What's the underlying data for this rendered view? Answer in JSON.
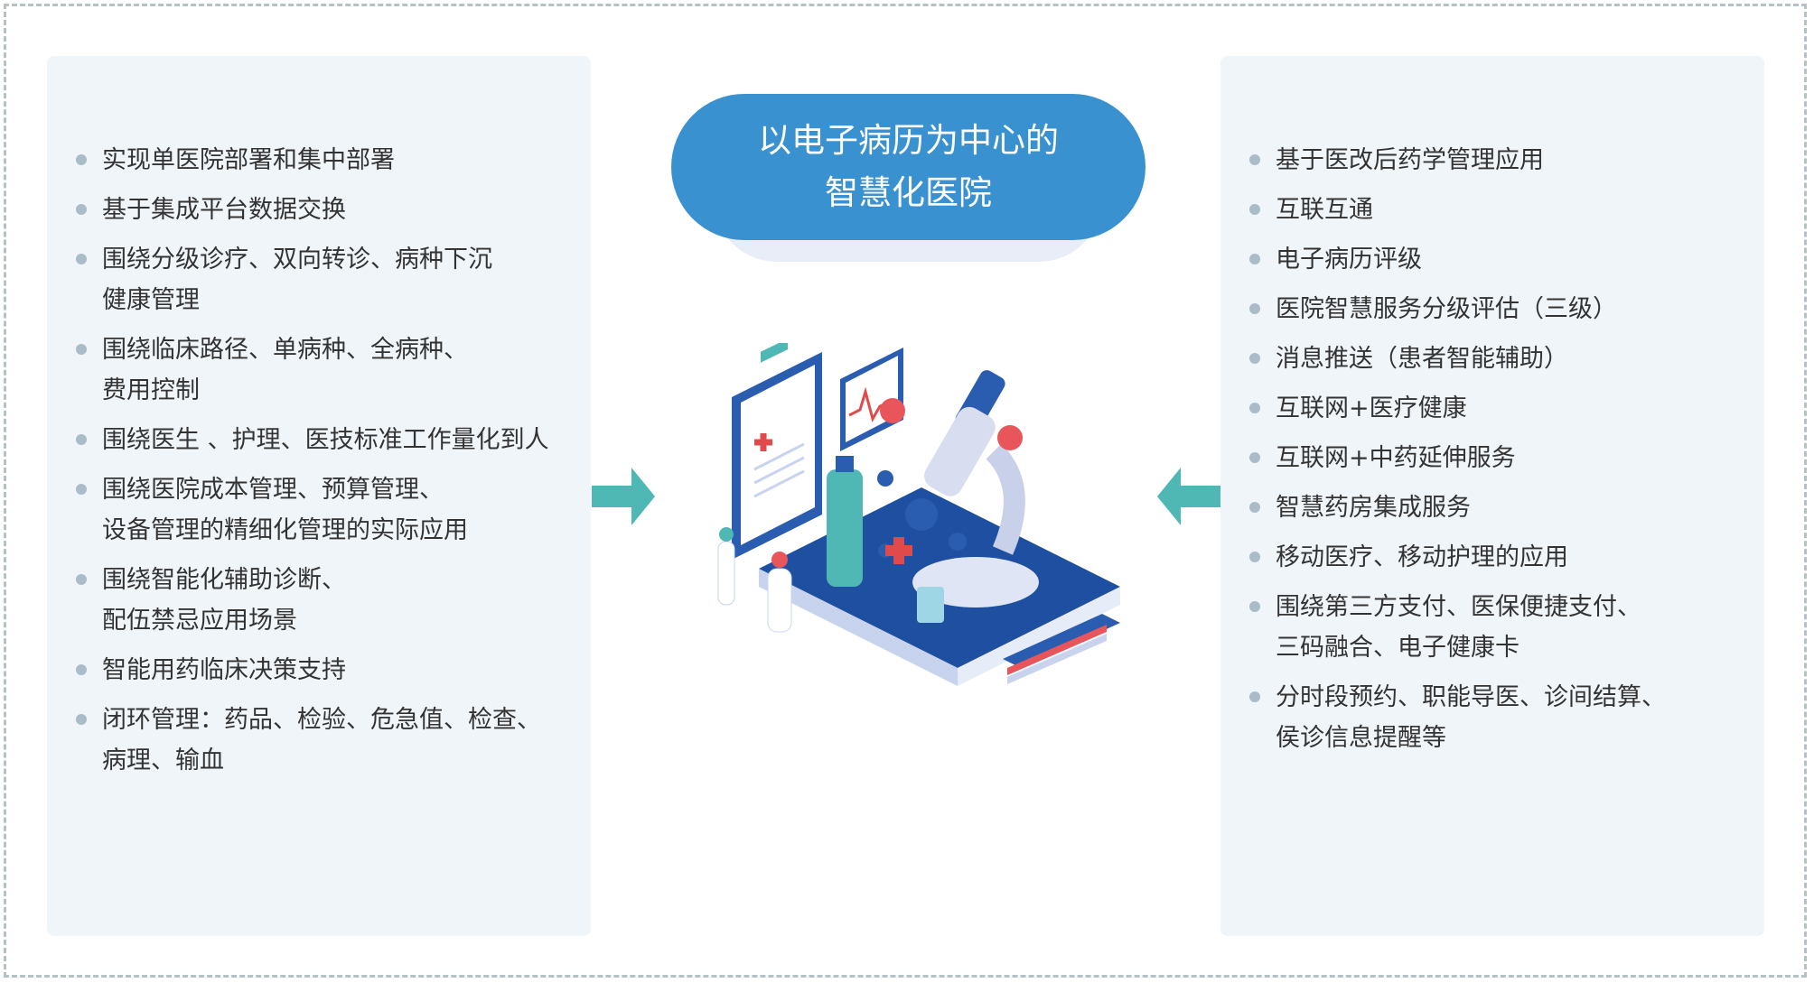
{
  "title": {
    "line1": "以电子病历为中心的",
    "line2": "智慧化医院"
  },
  "left_items": [
    [
      "实现单医院部署和集中部署"
    ],
    [
      "基于集成平台数据交换"
    ],
    [
      "围绕分级诊疗、双向转诊、病种下沉",
      "健康管理"
    ],
    [
      "围绕临床路径、单病种、全病种、",
      "费用控制"
    ],
    [
      "围绕医生 、护理、医技标准工作量化到人"
    ],
    [
      "围绕医院成本管理、预算管理、",
      "设备管理的精细化管理的实际应用"
    ],
    [
      "围绕智能化辅助诊断、",
      "配伍禁忌应用场景"
    ],
    [
      "智能用药临床决策支持"
    ],
    [
      "闭环管理：药品、检验、危急值、检查、",
      "病理、输血"
    ]
  ],
  "right_items": [
    [
      "基于医改后药学管理应用"
    ],
    [
      "互联互通"
    ],
    [
      "电子病历评级"
    ],
    [
      "医院智慧服务分级评估（三级）"
    ],
    [
      "消息推送（患者智能辅助）"
    ],
    [
      "互联网+医疗健康"
    ],
    [
      "互联网+中药延伸服务"
    ],
    [
      "智慧药房集成服务"
    ],
    [
      "移动医疗、移动护理的应用"
    ],
    [
      "围绕第三方支付、医保便捷支付、",
      "三码融合、电子健康卡"
    ],
    [
      "分时段预约、职能导医、诊间结算、",
      "侯诊信息提醒等"
    ]
  ],
  "colors": {
    "accent": "#3a91d0",
    "arrow": "#4fb8b4",
    "panel": "#f0f5fa",
    "bullet": "#a9bcc7"
  }
}
